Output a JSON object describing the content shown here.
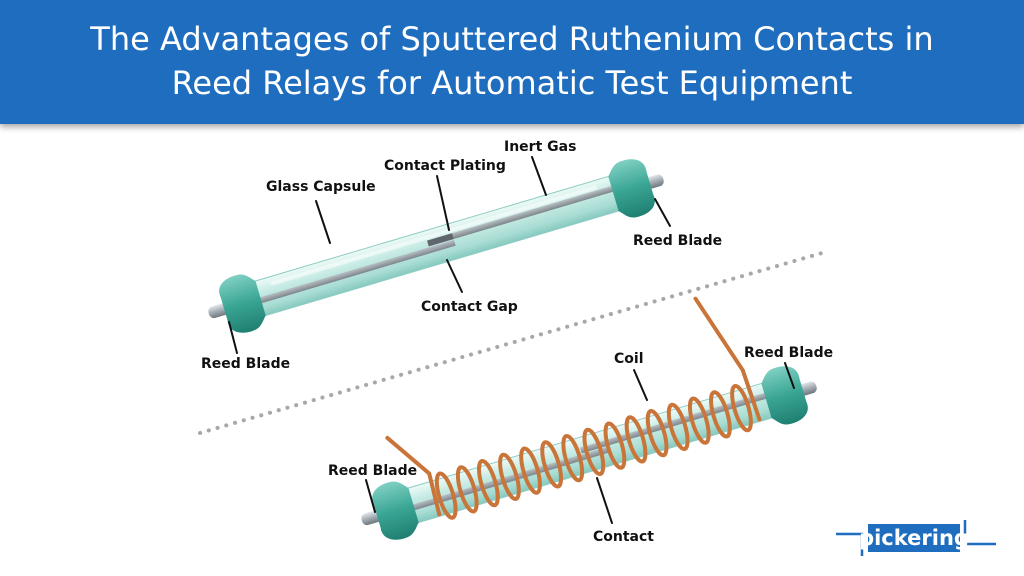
{
  "header": {
    "title_line1": "The Advantages of Sputtered Ruthenium Contacts in",
    "title_line2": "Reed Relays for Automatic Test Equipment",
    "background": "#1f6dbf"
  },
  "top_relay": {
    "labels": {
      "glass_capsule": "Glass Capsule",
      "contact_plating": "Contact Plating",
      "inert_gas": "Inert Gas",
      "reed_blade_right": "Reed Blade",
      "contact_gap": "Contact Gap",
      "reed_blade_left": "Reed Blade"
    }
  },
  "bottom_relay": {
    "labels": {
      "coil": "Coil",
      "reed_blade_right": "Reed Blade",
      "reed_blade_left": "Reed Blade",
      "contact": "Contact"
    }
  },
  "logo": {
    "text": "pickering",
    "color": "#1f6dbf"
  },
  "colors": {
    "glass": "#c9ece6",
    "glass_end": "#3da898",
    "copper": "#c9753a",
    "steel": "#9aa4ab"
  }
}
